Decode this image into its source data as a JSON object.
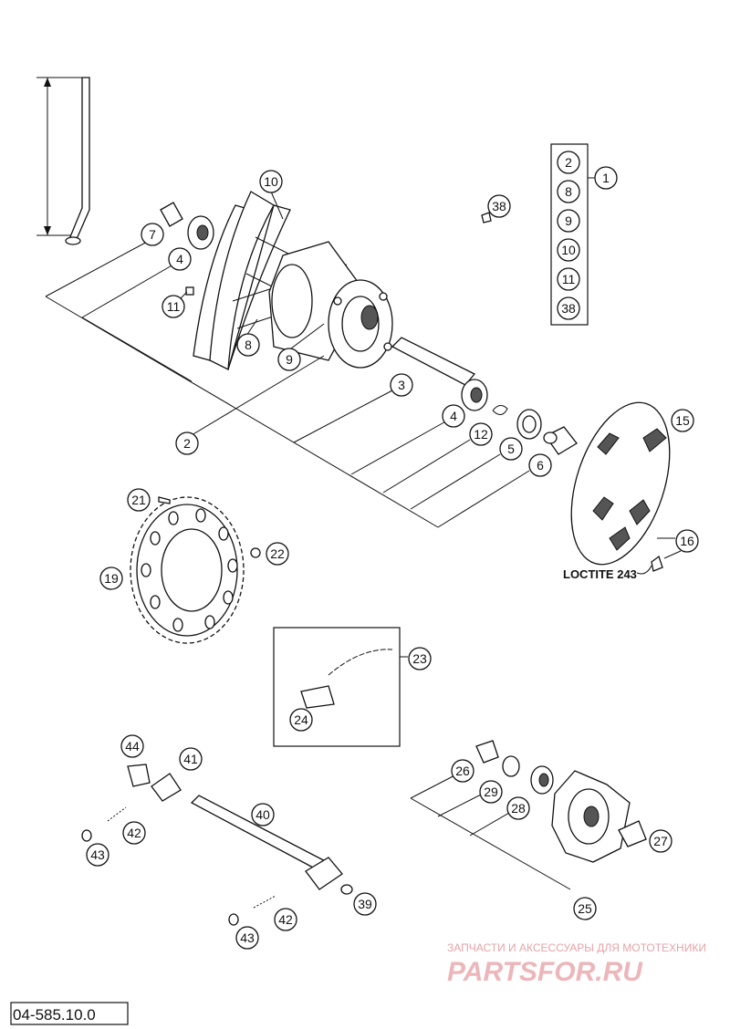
{
  "document_number": "04-585.10.0",
  "loctite_label": "LOCTITE 243",
  "watermark": {
    "tagline": "ЗАПЧАСТИ И АКСЕССУАРЫ ДЛЯ МОТОТЕХНИКИ",
    "logo": "PARTSFOR.RU"
  },
  "callouts": [
    "1",
    "2",
    "3",
    "4",
    "5",
    "6",
    "7",
    "8",
    "9",
    "10",
    "11",
    "12",
    "15",
    "16",
    "19",
    "21",
    "22",
    "23",
    "24",
    "25",
    "26",
    "27",
    "28",
    "29",
    "38",
    "39",
    "40",
    "41",
    "42",
    "43",
    "44"
  ],
  "kit_list": [
    "2",
    "8",
    "9",
    "10",
    "11",
    "38"
  ],
  "repeat_labels": {
    "c4b": "4",
    "c42b": "42",
    "c43b": "43"
  }
}
